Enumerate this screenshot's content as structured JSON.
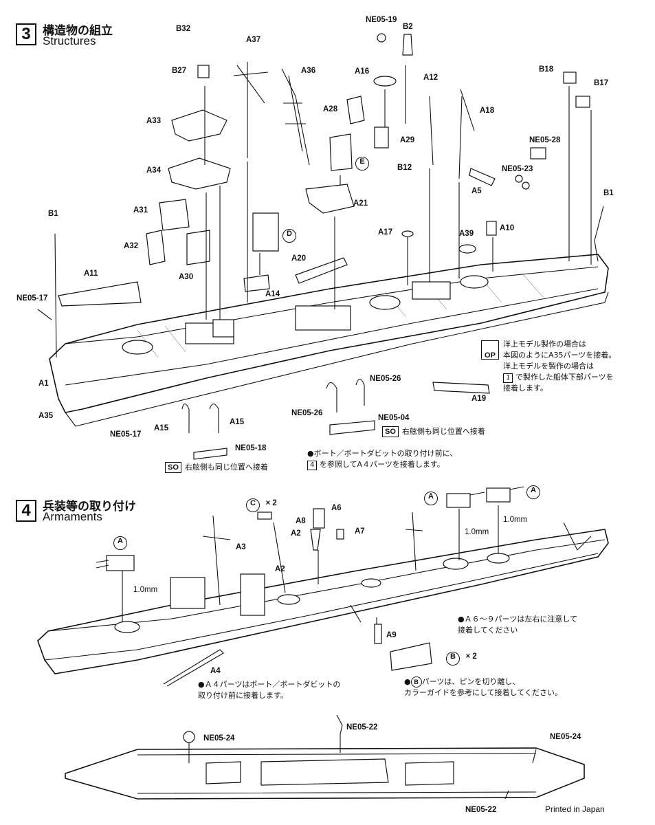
{
  "step3": {
    "number": "3",
    "title_ja": "構造物の組立",
    "title_en": "Structures"
  },
  "step4": {
    "number": "4",
    "title_ja": "兵装等の取り付け",
    "title_en": "Armaments"
  },
  "labels3": {
    "B32": "B32",
    "B27": "B27",
    "A37": "A37",
    "A36": "A36",
    "A33": "A33",
    "A34": "A34",
    "NE05_19": "NE05-19",
    "B2": "B2",
    "A16": "A16",
    "A28": "A28",
    "A29": "A29",
    "A12": "A12",
    "A18": "A18",
    "B18": "B18",
    "B17": "B17",
    "NE05_28": "NE05-28",
    "NE05_23": "NE05-23",
    "B12": "B12",
    "A5": "A5",
    "B1a": "B1",
    "A31": "A31",
    "A32": "A32",
    "A30": "A30",
    "A21": "A21",
    "A17": "A17",
    "A39": "A39",
    "A10": "A10",
    "B1b": "B1",
    "A20": "A20",
    "A14": "A14",
    "A11": "A11",
    "NE05_17a": "NE05-17",
    "A1": "A1",
    "A35": "A35",
    "NE05_17b": "NE05-17",
    "A15a": "A15",
    "A15b": "A15",
    "NE05_18": "NE05-18",
    "NE05_26a": "NE05-26",
    "NE05_26b": "NE05-26",
    "NE05_04": "NE05-04",
    "A19": "A19",
    "E": "E",
    "D": "D"
  },
  "labels4": {
    "Cx2": "C",
    "Cx2_mult": "× 2",
    "A8": "A8",
    "A6": "A6",
    "A2a": "A2",
    "A7": "A7",
    "A3": "A3",
    "A2b": "A2",
    "A9": "A9",
    "A4": "A4",
    "Aleft": "A",
    "Atop1": "A",
    "Atop2": "A",
    "Bx2": "B",
    "Bx2_mult": "× 2",
    "drill": "1.0mm"
  },
  "labels_bottom": {
    "NE05_24a": "NE05-24",
    "NE05_22a": "NE05-22",
    "NE05_24b": "NE05-24",
    "NE05_22b": "NE05-22"
  },
  "notes": {
    "op_badge": "OP",
    "op_line1": "洋上モデル製作の場合は",
    "op_line2": "本図のようにA35パーツを接着。",
    "op_line3": "洋上モデルを製作の場合は",
    "op_line4_box": "1",
    "op_line4": "で製作した船体下部パーツを",
    "op_line5": "接着します。",
    "so_badge": "SO",
    "so_right": "右舷側も同じ位置へ接着",
    "so_left": "右舷側も同じ位置へ接着",
    "boat_line1": "●ボート／ボートダビットの取り付け前に、",
    "boat_box": "4",
    "boat_line2": "を参照してA４パーツを接着します。",
    "a6_line1": "●Ａ６～９パーツは左右に注意して",
    "a6_line2": "接着してください",
    "a4_line1": "●Ａ４パーツはボート／ボートダビットの",
    "a4_line2": "取り付け前に接着します。",
    "b_line1_pre": "●",
    "b_circle": "B",
    "b_line1": "パーツは、ピンを切り離し、",
    "b_line2": "カラーガイドを参考にして接着してください。",
    "printed": "Printed in Japan"
  },
  "colors": {
    "ink": "#111111",
    "paper": "#ffffff",
    "deck_line": "#555555"
  }
}
